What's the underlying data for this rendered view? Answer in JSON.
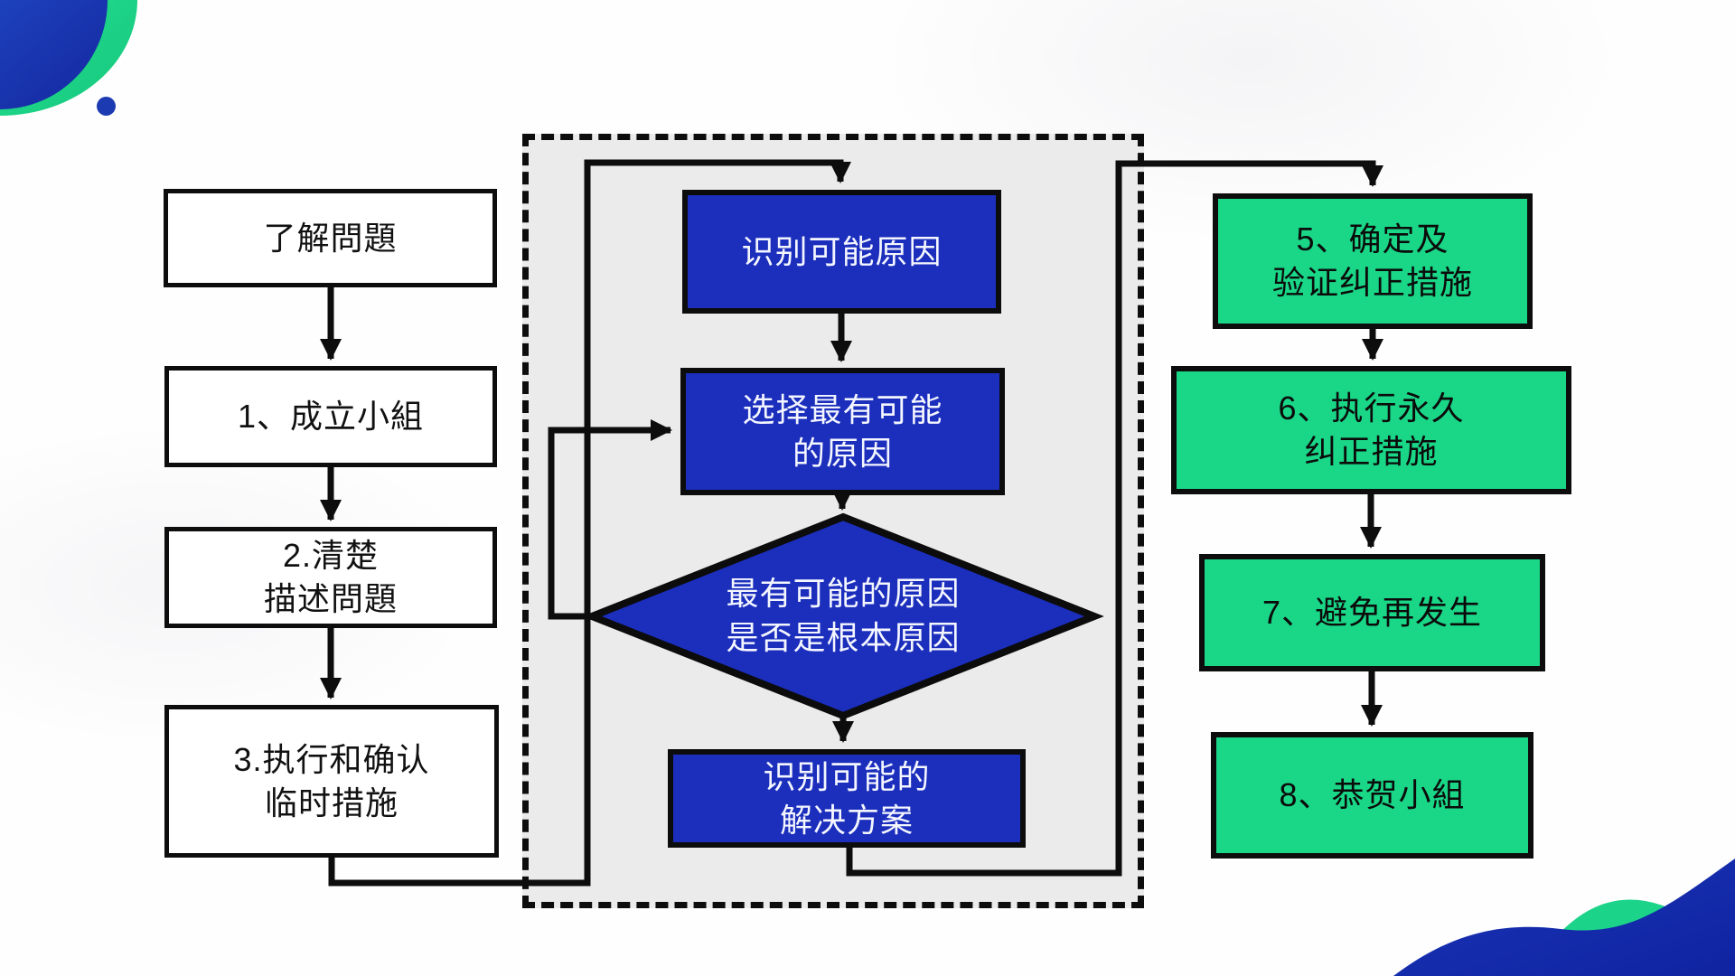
{
  "colors": {
    "node_blue": "#1b2ebc",
    "node_green": "#1ad687",
    "container_fill": "#ebebeb",
    "line_black": "#0d0d0d",
    "decor_blue": "#1a33b8",
    "decor_blue_dark": "#0f23a0",
    "decor_green": "#1cd489"
  },
  "left_column": {
    "boxes": [
      {
        "label": "了解問題"
      },
      {
        "label": "1、成立小組"
      },
      {
        "label": "2.清楚\n描述問題"
      },
      {
        "label": "3.执行和确认\n临时措施"
      }
    ]
  },
  "analysis_group": {
    "boxes": [
      {
        "label": "识别可能原因"
      },
      {
        "label": "选择最有可能\n的原因"
      },
      {
        "label": "识别可能的\n解决方案"
      }
    ],
    "decision": {
      "label": "最有可能的原因\n是否是根本原因"
    }
  },
  "right_column": {
    "boxes": [
      {
        "label": "5、确定及\n验证纠正措施"
      },
      {
        "label": "6、执行永久\n纠正措施"
      },
      {
        "label": "7、避免再发生"
      },
      {
        "label": "8、恭贺小組"
      }
    ]
  }
}
